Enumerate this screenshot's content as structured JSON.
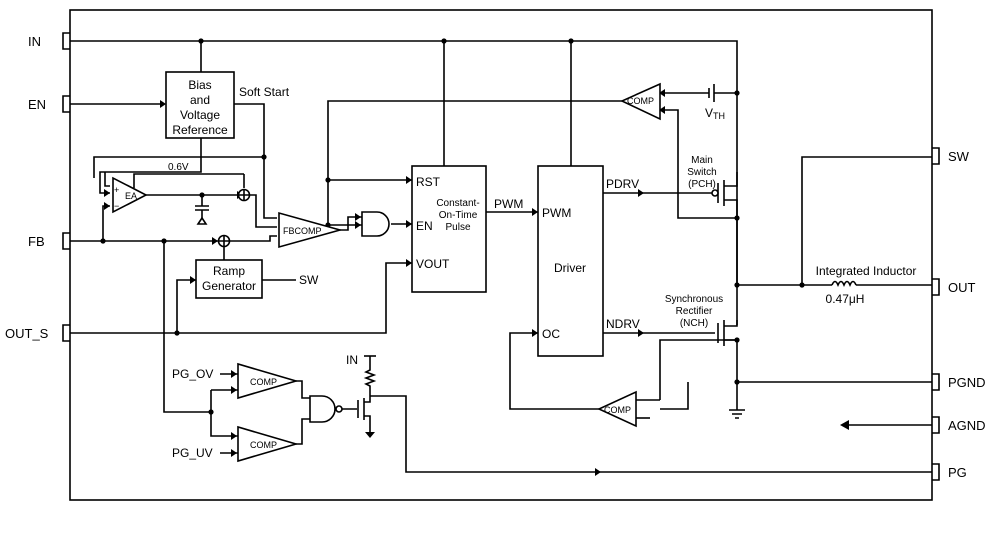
{
  "pins_left": {
    "in": "IN",
    "en": "EN",
    "fb": "FB",
    "out_s": "OUT_S"
  },
  "pins_right": {
    "sw": "SW",
    "out": "OUT",
    "pgnd": "PGND",
    "agnd": "AGND",
    "pg": "PG"
  },
  "blocks": {
    "bias": [
      "Bias",
      "and",
      "Voltage",
      "Reference"
    ],
    "soft_start": "Soft Start",
    "ramp": [
      "Ramp",
      "Generator"
    ],
    "cot_title": [
      "Constant-",
      "On-Time",
      "Pulse"
    ],
    "cot_rst": "RST",
    "cot_en": "EN",
    "cot_vout": "VOUT",
    "driver_title": "Driver",
    "driver_pwm": "PWM",
    "driver_oc": "OC"
  },
  "labels": {
    "vref": "0.6V",
    "ea": "EA",
    "fbcomp": "FBCOMP",
    "comp": "COMP",
    "pwm": "PWM",
    "pdrv": "PDRV",
    "ndrv": "NDRV",
    "ramp_sw": "SW",
    "vth_main": "V",
    "vth_sub": "TH",
    "main_switch": [
      "Main",
      "Switch",
      "(PCH)"
    ],
    "sync_rect": [
      "Synchronous",
      "Rectifier",
      "(NCH)"
    ],
    "inductor": "Integrated Inductor",
    "inductance": "0.47μH",
    "pg_ov": "PG_OV",
    "pg_uv": "PG_UV",
    "pg_in": "IN"
  }
}
